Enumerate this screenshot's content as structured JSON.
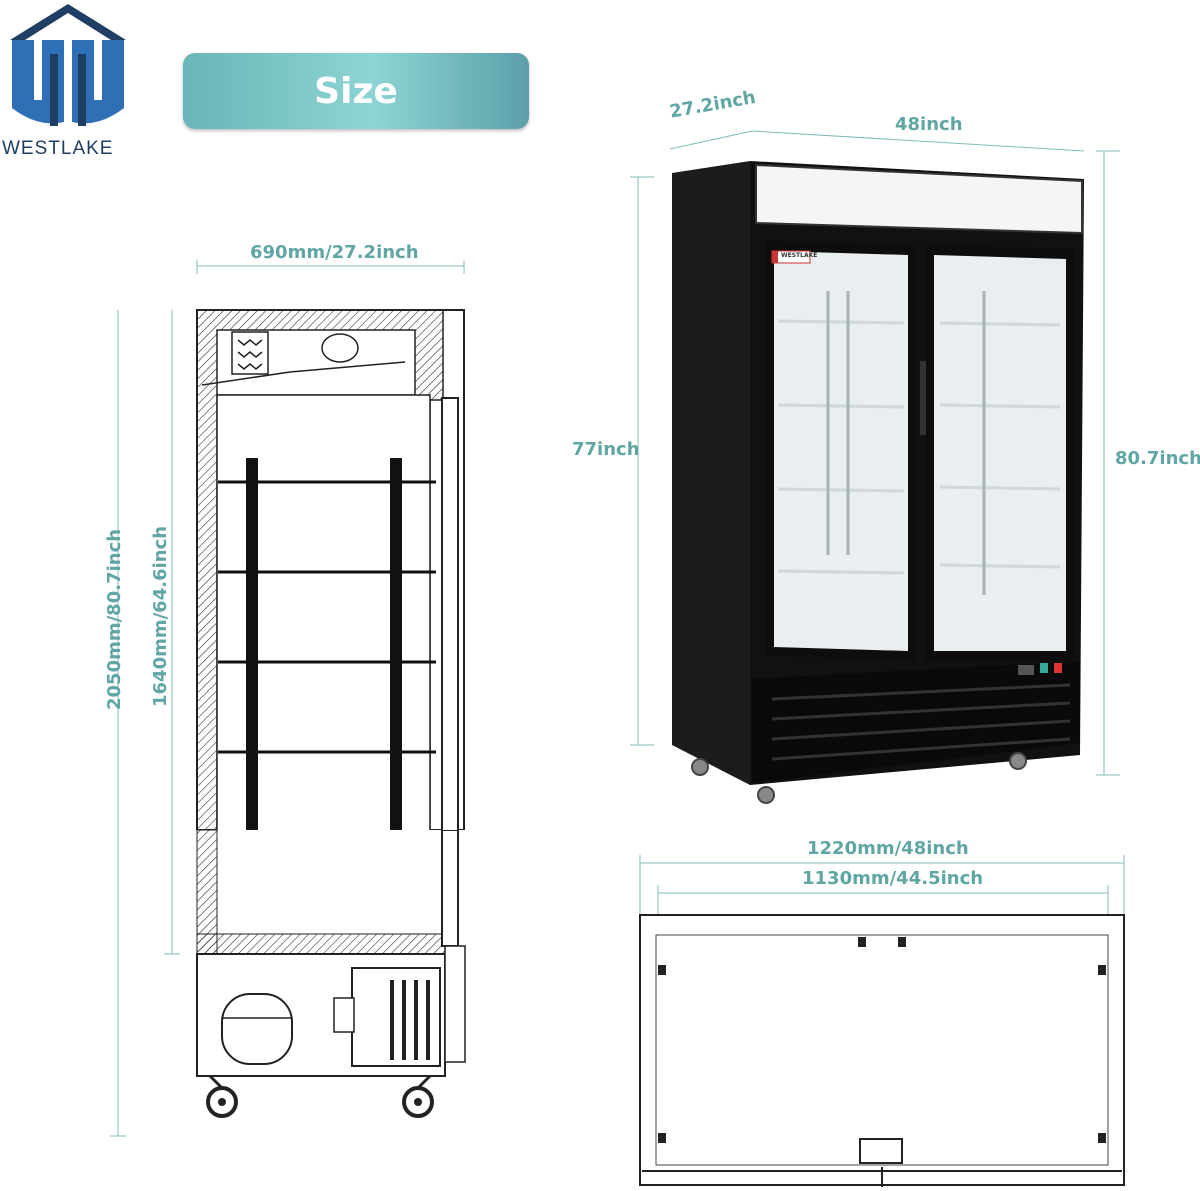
{
  "brand": {
    "name": "WESTLAKE",
    "logo_icon": "westlake-logo-icon"
  },
  "header": {
    "title": "Size"
  },
  "side_view": {
    "width_label": "690mm/27.2inch",
    "total_height_label": "2050mm/80.7inch",
    "cabinet_height_label": "1640mm/64.6inch"
  },
  "front_view": {
    "depth_label": "27.2inch",
    "width_label": "48inch",
    "left_height_label": "77inch",
    "right_height_label": "80.7inch",
    "door_badge": "WESTLAKE"
  },
  "top_view": {
    "outer_width_label": "1220mm/48inch",
    "inner_width_label": "1130mm/44.5inch"
  },
  "colors": {
    "dimension": "#5fa6a4",
    "logo_blue": "#1f3e63",
    "pill_start": "#69b5b8",
    "pill_end": "#5c9faa"
  }
}
